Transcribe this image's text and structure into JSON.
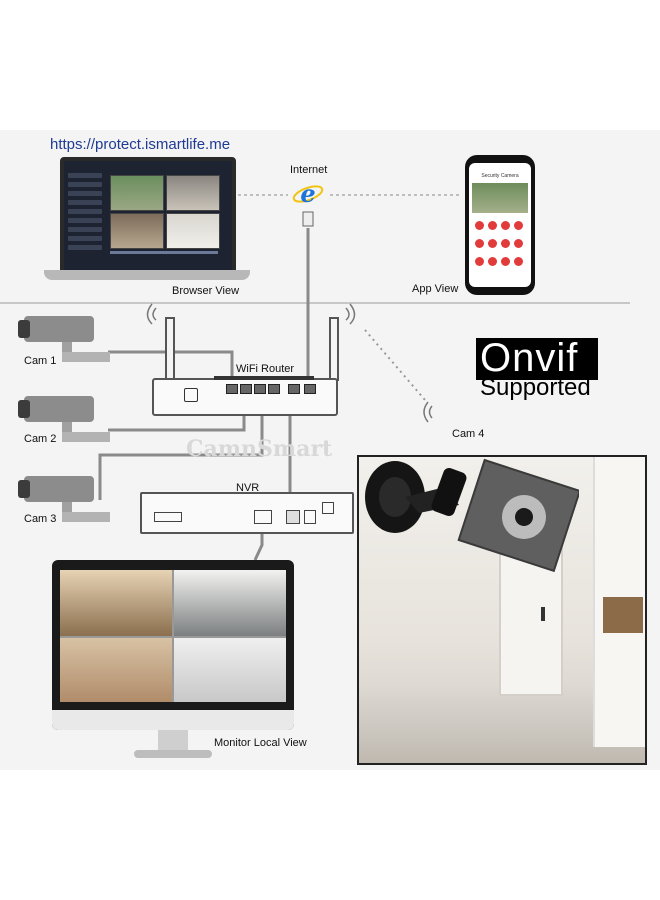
{
  "labels": {
    "url": "https://protect.ismartlife.me",
    "internet": "Internet",
    "browser_view": "Browser View",
    "app_view": "App View",
    "cam1": "Cam 1",
    "cam2": "Cam 2",
    "cam3": "Cam 3",
    "cam4": "Cam 4",
    "wifi_router": "WiFi Router",
    "nvr": "NVR",
    "monitor_local_view": "Monitor Local View",
    "onvif": "Onvif",
    "supported": "Supported",
    "watermark": "CamnSmart"
  },
  "phone": {
    "header": "Security Camera"
  },
  "icons": {
    "internet": "internet-explorer-icon",
    "wifi": "wifi-signal-icon",
    "camera": "bullet-camera-icon"
  },
  "colors": {
    "url_blue": "#1f3a93",
    "ie_blue": "#1e73d6",
    "ie_ring": "#f1c40f",
    "panel_bg": "#f4f4f4",
    "cable": "#8a8a8a",
    "onvif_bg": "#000000",
    "phone_red": "#e23b3b"
  }
}
